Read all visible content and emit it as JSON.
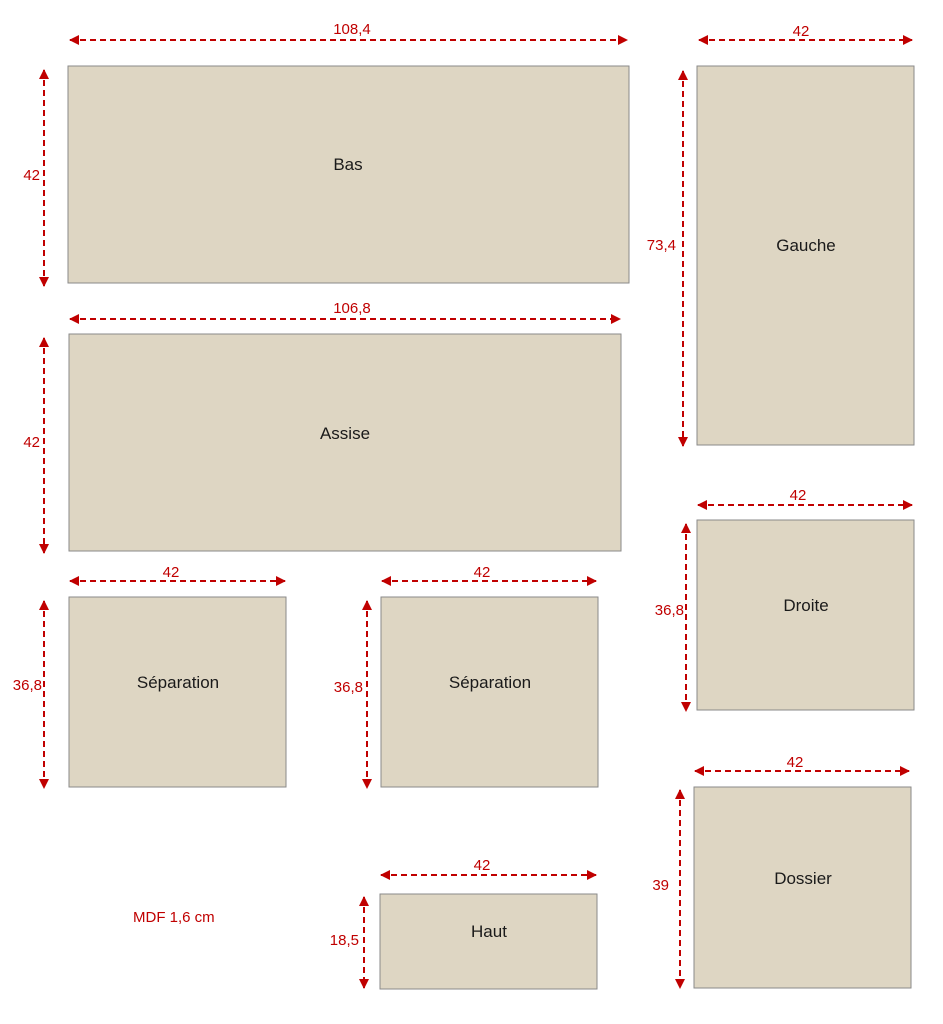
{
  "colors": {
    "panel_fill": "#ded6c3",
    "panel_stroke": "#8a8a8a",
    "dimension": "#c00000",
    "label": "#1a1a1a"
  },
  "panels": [
    {
      "id": "bas",
      "label": "Bas",
      "width": "108,4",
      "height": "42"
    },
    {
      "id": "assise",
      "label": "Assise",
      "width": "106,8",
      "height": "42"
    },
    {
      "id": "separation-1",
      "label": "Séparation",
      "width": "42",
      "height": "36,8"
    },
    {
      "id": "separation-2",
      "label": "Séparation",
      "width": "42",
      "height": "36,8"
    },
    {
      "id": "haut",
      "label": "Haut",
      "width": "42",
      "height": "18,5"
    },
    {
      "id": "gauche",
      "label": "Gauche",
      "width": "42",
      "height": "73,4"
    },
    {
      "id": "droite",
      "label": "Droite",
      "width": "42",
      "height": "36,8"
    },
    {
      "id": "dossier",
      "label": "Dossier",
      "width": "42",
      "height": "39"
    }
  ],
  "note": "MDF 1,6 cm"
}
